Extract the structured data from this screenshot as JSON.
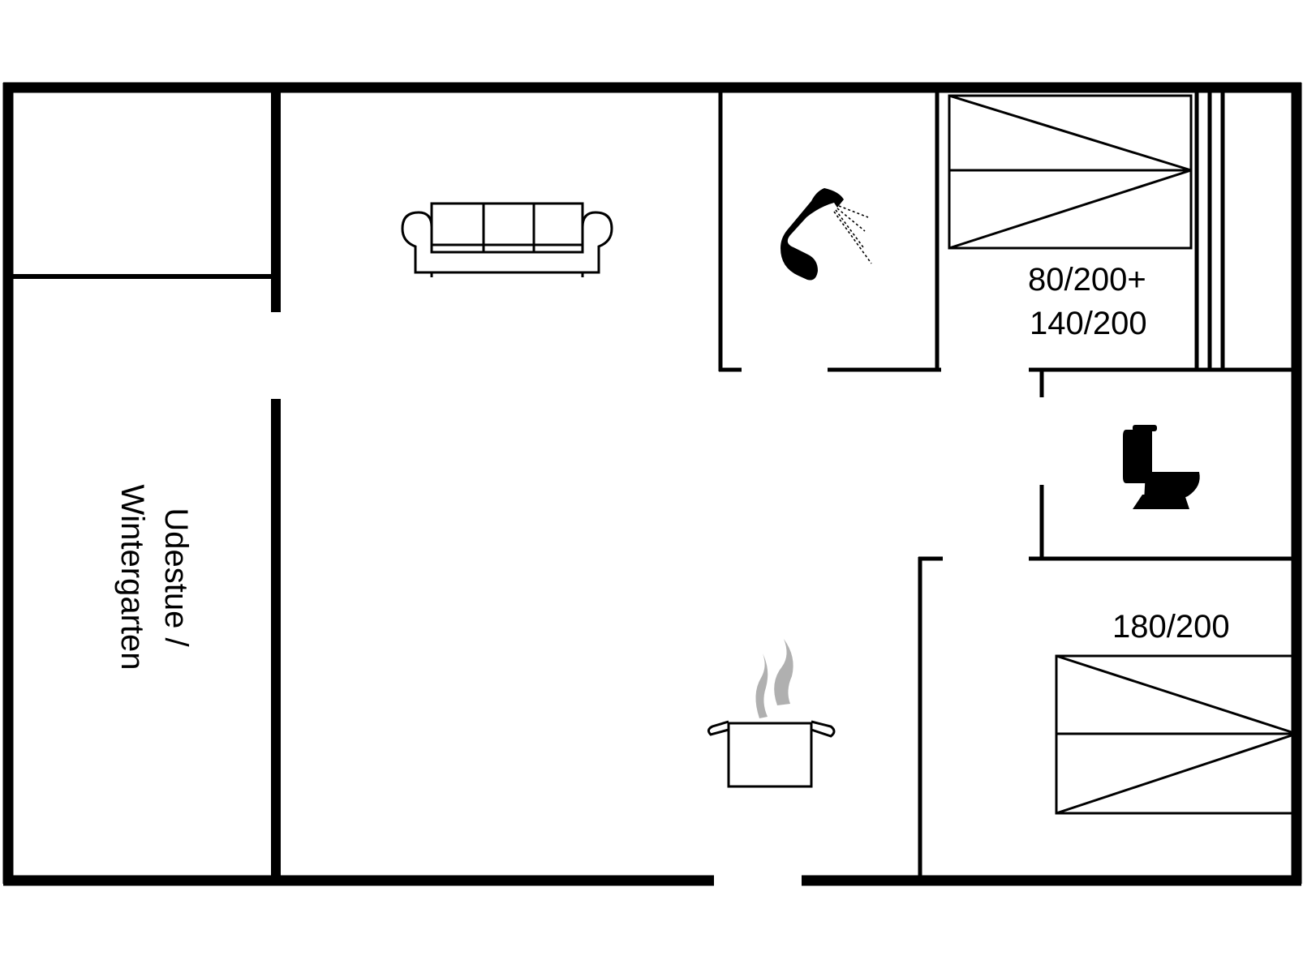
{
  "rooms": {
    "sunroom_label_line1": "Udestue /",
    "sunroom_label_line2": "Wintergarten"
  },
  "beds": {
    "bedroom1_line1": "80/200+",
    "bedroom1_line2": "140/200",
    "bedroom2": "180/200"
  },
  "icons": [
    "sofa-icon",
    "shower-icon",
    "toilet-icon",
    "cooking-pot-icon",
    "bed-icon"
  ],
  "colors": {
    "wall": "#000000",
    "background": "#ffffff",
    "steam": "#b0b0b0"
  }
}
